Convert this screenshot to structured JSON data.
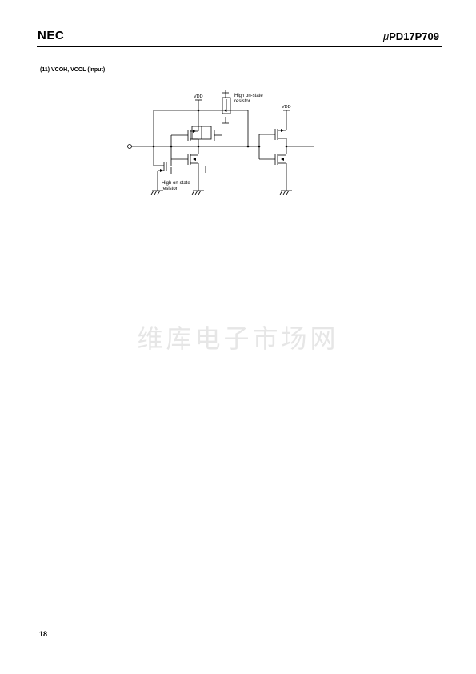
{
  "header": {
    "logo": "NEC",
    "part_prefix": "μ",
    "part_number": "PD17P709"
  },
  "section": {
    "title": "(11)  VCOH, VCOL (Input)"
  },
  "diagram": {
    "vdd_label_main": "VDD",
    "vdd_label_buffer": "VDD",
    "resistor_top_label_line1": "High on-state",
    "resistor_top_label_line2": "resistor",
    "resistor_bottom_label_line1": "High on-state",
    "resistor_bottom_label_line2": "resistor"
  },
  "watermark": "维库电子市场网",
  "footer": {
    "page_number": "18"
  }
}
